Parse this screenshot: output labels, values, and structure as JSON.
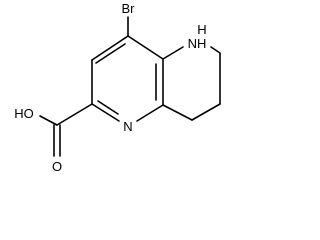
{
  "molecule": {
    "labels": {
      "br": "Br",
      "nh": "NH",
      "h": "H",
      "n": "N",
      "ho": "HO",
      "o": "O"
    }
  }
}
